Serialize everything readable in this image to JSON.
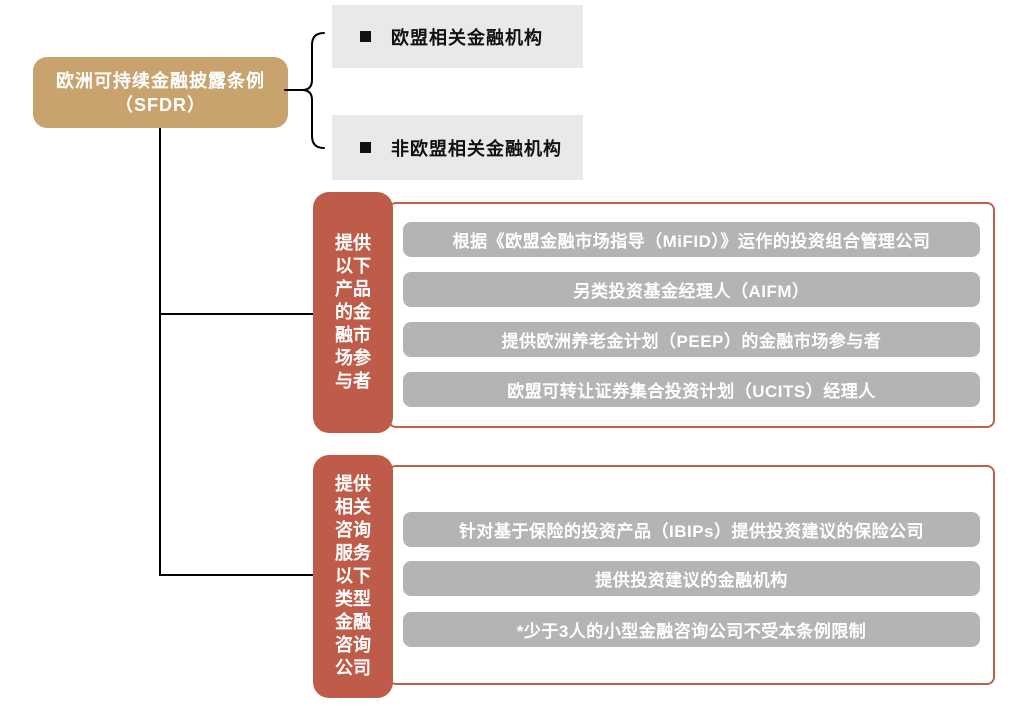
{
  "diagram": {
    "root": {
      "label": "欧洲可持续金融披露条例\n（SFDR）"
    },
    "institutions": [
      {
        "icon": "square-bullet",
        "label": "欧盟相关金融机构"
      },
      {
        "icon": "square-bullet",
        "label": "非欧盟相关金融机构"
      }
    ],
    "sections": [
      {
        "category": "提供\n以下\n产品\n的金\n融市\n场参\n与者",
        "items": [
          "根据《欧盟金融市场指导（MiFID）》运作的投资组合管理公司",
          "另类投资基金经理人（AIFM）",
          "提供欧洲养老金计划（PEEP）的金融市场参与者",
          "欧盟可转让证券集合投资计划（UCITS）经理人"
        ]
      },
      {
        "category": "提供\n相关\n咨询\n服务\n以下\n类型\n金融\n咨询\n公司",
        "items": [
          "针对基于保险的投资产品（IBIPs）提供投资建议的保险公司",
          "提供投资建议的金融机构",
          "*少于3人的小型金融咨询公司不受本条例限制"
        ]
      }
    ],
    "colors": {
      "root_bg": "#C8A36E",
      "pill_bg": "#BE5C49",
      "outline_border": "#C0614B",
      "bar_bg": "#B4B4B6",
      "gray_box_bg": "#E9E9E9",
      "connector": "#000000",
      "text_on_fill": "#FFFFFF",
      "text_dark": "#111111"
    }
  }
}
